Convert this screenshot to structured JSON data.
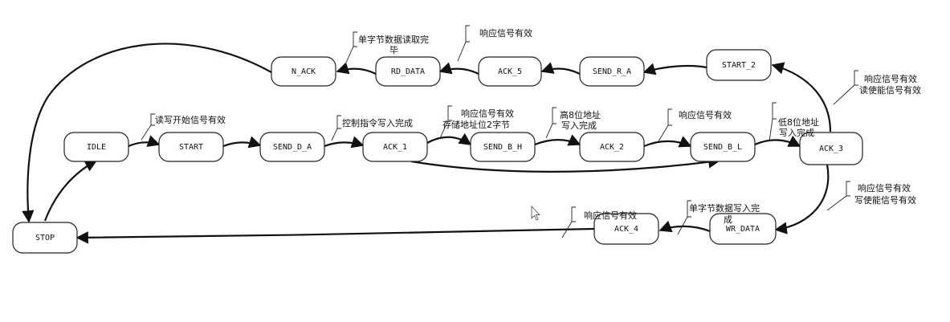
{
  "states": {
    "idle": "IDLE",
    "start": "START",
    "send_d_a": "SEND_D_A",
    "ack_1": "ACK_1",
    "send_b_h": "SEND_B_H",
    "ack_2": "ACK_2",
    "send_b_l": "SEND_B_L",
    "ack_3": "ACK_3",
    "start_2": "START_2",
    "send_r_a": "SEND_R_A",
    "ack_5": "ACK_5",
    "rd_data": "RD_DATA",
    "n_ack": "N_ACK",
    "stop": "STOP",
    "wr_data": "WR_DATA",
    "ack_4": "ACK_4"
  },
  "annotations": {
    "rw_start": "读写开始信号有效",
    "ctrl_cmd_done": [
      "控制指令写入完成"
    ],
    "resp_2byte": [
      "响应信号有效",
      "存储地址位2字节"
    ],
    "high8_done": [
      "高8位地址",
      "写入完成"
    ],
    "resp_ack2": "响应信号有效",
    "low8_done": [
      "低8位地址",
      "写入完成"
    ],
    "resp_read_en": [
      "响应信号有效",
      "读使能信号有效"
    ],
    "resp_write_en": [
      "响应信号有效",
      "写使能信号有效"
    ],
    "byte_read_done": [
      "单字节数据读取完",
      "毕"
    ],
    "resp_ack5": "响应信号有效",
    "byte_write_done": [
      "单字节数据写入完",
      "成"
    ],
    "resp_ack4": "响应信号有效"
  }
}
